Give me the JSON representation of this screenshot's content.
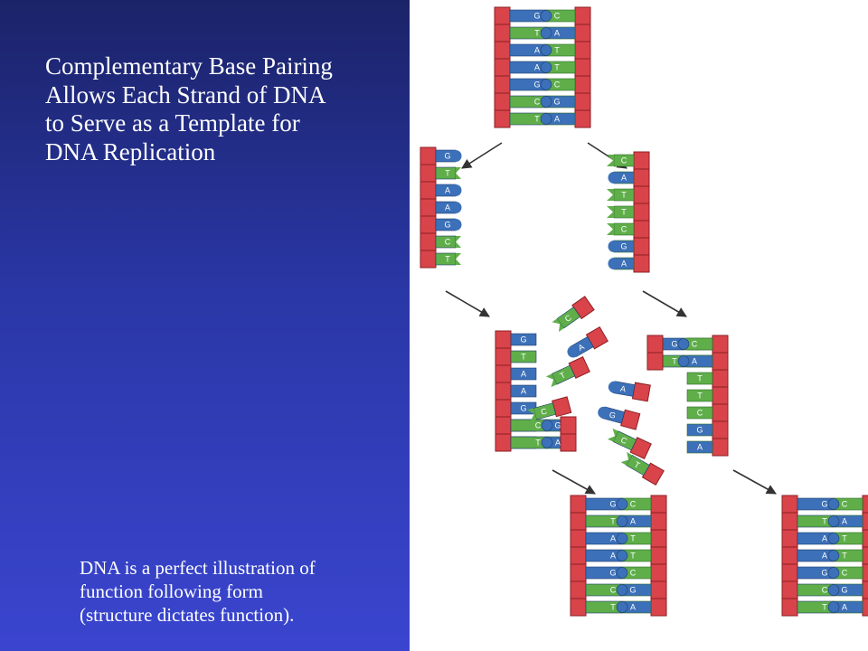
{
  "slide": {
    "title_lines": [
      "Complementary Base Pairing",
      "Allows Each Strand of DNA",
      "to Serve as a Template for",
      "DNA Replication"
    ],
    "caption_lines": [
      "DNA is a perfect illustration of",
      "function following form",
      "(structure dictates function)."
    ]
  },
  "colors": {
    "backbone": "#d8444a",
    "backbone_dark": "#8d1f24",
    "purine_blue": "#3c70b8",
    "pyrimidine_green": "#5fae4a",
    "arrow": "#333333",
    "panel_top": "#1b2368",
    "panel_bottom": "#3a45cf"
  },
  "diagram": {
    "strand_bases": [
      "G",
      "T",
      "A",
      "A",
      "G",
      "C",
      "T"
    ],
    "complement_bases": [
      "C",
      "A",
      "T",
      "T",
      "C",
      "G",
      "A"
    ],
    "free_nucleotides_left": [
      "C",
      "A",
      "T",
      "C"
    ],
    "free_nucleotides_right": [
      "A",
      "G",
      "C",
      "T"
    ]
  }
}
